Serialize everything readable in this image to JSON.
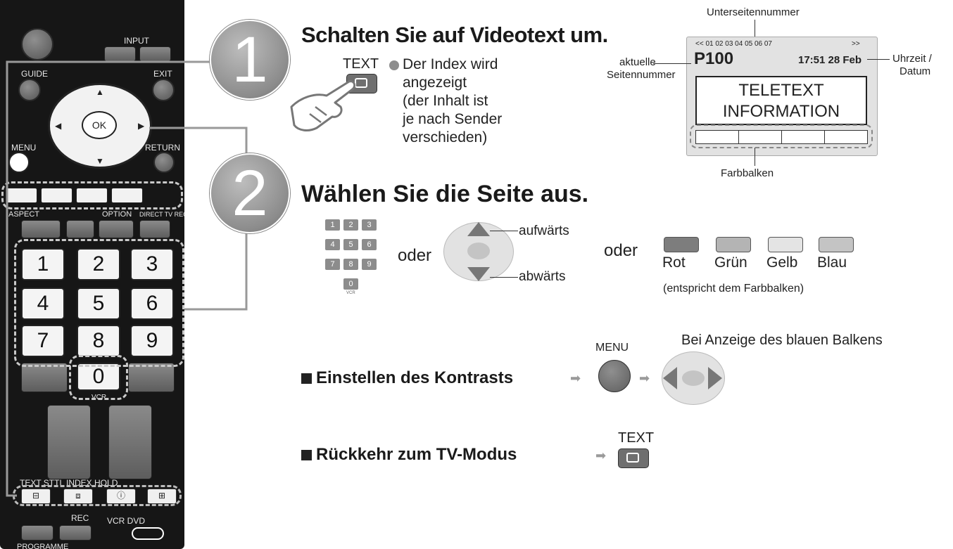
{
  "remote": {
    "input": "INPUT",
    "guide": "GUIDE",
    "exit": "EXIT",
    "ok": "OK",
    "menu": "MENU",
    "return": "RETURN",
    "aspect": "ASPECT",
    "option": "OPTION",
    "direct_tv_rec": "DIRECT TV REC",
    "numbers": [
      "1",
      "2",
      "3",
      "4",
      "5",
      "6",
      "7",
      "8",
      "9",
      "0"
    ],
    "vcr": "VCR",
    "text_row": "TEXT STTL INDEX HOLD",
    "rec": "REC",
    "vcr_dvd": "VCR DVD",
    "programme": "PROGRAMME"
  },
  "steps": [
    "1",
    "2"
  ],
  "section1": {
    "title": "Schalten Sie auf Videotext um.",
    "text_button": "TEXT",
    "note_lines": [
      "Der Index wird",
      "angezeigt",
      "(der Inhalt ist",
      "je nach Sender",
      "verschieden)"
    ]
  },
  "teletext": {
    "subpage_label": "Unterseitennummer",
    "subpage_row": "<< 01 02 03 04 05 06 07",
    "subpage_next": ">>",
    "page": "P100",
    "time_date": "17:51 28 Feb",
    "info_line1": "TELETEXT",
    "info_line2": "INFORMATION",
    "current_label_1": "aktuelle",
    "current_label_2": "Seitennummer",
    "clock_label_1": "Uhrzeit /",
    "clock_label_2": "Datum",
    "bar_label": "Farbbalken"
  },
  "section2": {
    "title": "Wählen Sie die Seite aus.",
    "mini_keys": [
      "1",
      "2",
      "3",
      "4",
      "5",
      "6",
      "7",
      "8",
      "9",
      "0"
    ],
    "mini_vcr": "VCR",
    "or1": "oder",
    "up": "aufwärts",
    "down": "abwärts",
    "or2": "oder",
    "colors": [
      {
        "label": "Rot",
        "color": "#7d7d7d"
      },
      {
        "label": "Grün",
        "color": "#b4b4b4"
      },
      {
        "label": "Gelb",
        "color": "#e4e4e4"
      },
      {
        "label": "Blau",
        "color": "#c4c4c4"
      }
    ],
    "color_note": "(entspricht dem Farbbalken)"
  },
  "contrast": {
    "label": "Einstellen des Kontrasts",
    "menu": "MENU",
    "hint": "Bei Anzeige des blauen Balkens"
  },
  "return_tv": {
    "label": "Rückkehr zum TV-Modus",
    "text": "TEXT"
  }
}
